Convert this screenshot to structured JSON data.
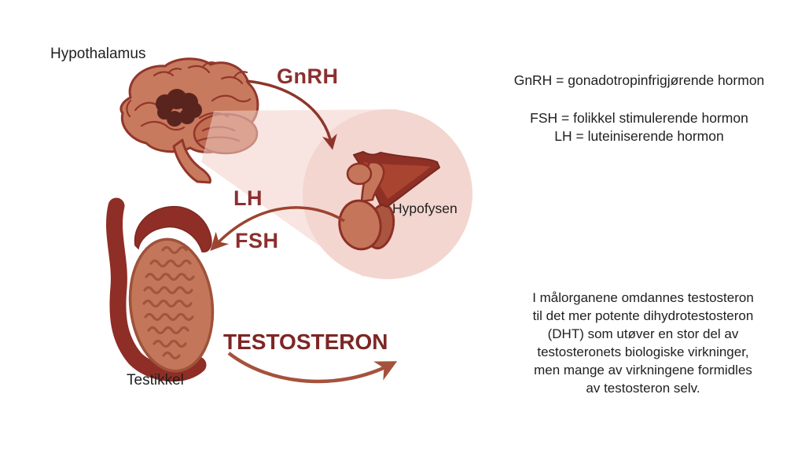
{
  "diagram": {
    "labels": {
      "hypothalamus": "Hypothalamus",
      "gnrh": "GnRH",
      "lh": "LH",
      "fsh": "FSH",
      "hypofysen": "Hypofysen",
      "testosteron": "TESTOSTERON",
      "testikkel": "Testikkel"
    },
    "icons": [
      "brain-icon",
      "magnifier-beam",
      "magnifier-circle",
      "pituitary-icon",
      "testicle-icon",
      "gnrh-arrow-icon",
      "lh-fsh-arrow-icon",
      "testosteron-arrow-icon"
    ]
  },
  "legend": {
    "lines": [
      "GnRH = gonadotropinfrigjørende hormon",
      "FSH = folikkel stimulerende hormon",
      "LH = luteiniserende hormon"
    ]
  },
  "note": {
    "lines": [
      "I målorganene omdannes testosteron",
      "til det mer potente dihydrotestosteron",
      "(DHT) som utøver en stor del av",
      "testosteronets biologiske virkninger,",
      "men mange av virkningene formidles",
      "av testosteron selv."
    ]
  },
  "colors": {
    "background": "#ffffff",
    "hormone_label": "#8c2f2e",
    "testosteron_label": "#7d2625",
    "body_text": "#1f1f1f",
    "brain_fill": "#c87a5e",
    "brain_outline": "#93362b",
    "hypothalamus_blob": "#5a241e",
    "dark_red_organ": "#8e2e26",
    "testis_fill": "#c4765a",
    "testis_lines": "#a1553d",
    "pink_circle": "#f3d6cf",
    "pink_beam": "#f2cfc8",
    "arrow_gnrh": "#8e352b",
    "arrow_lhfsh": "#9c4430",
    "arrow_testosteron": "#a5523c"
  }
}
